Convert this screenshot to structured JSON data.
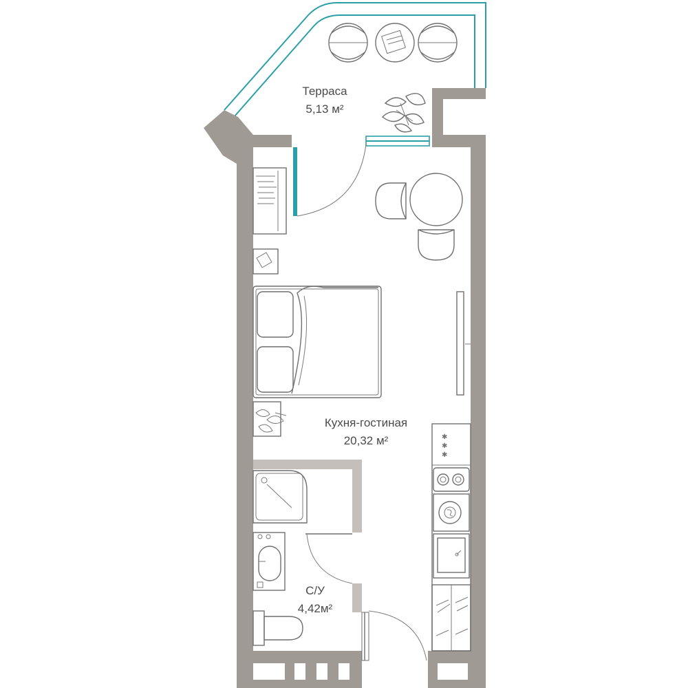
{
  "rooms": [
    {
      "id": "terrace",
      "name": "Терраса",
      "area": "5,13 м²"
    },
    {
      "id": "living",
      "name": "Кухня-гостиная",
      "area": "20,32 м²"
    },
    {
      "id": "bathroom",
      "name": "С/У",
      "area": "4,42м²"
    }
  ],
  "colors": {
    "wall": "#a09a95",
    "wall_light": "#c4bfba",
    "glass": "#2aa0a6",
    "line": "#6f6f6f"
  },
  "icons": [
    "chair-icon",
    "table-icon",
    "plant-icon",
    "bed-icon",
    "shower-icon",
    "sink-icon",
    "toilet-icon",
    "stove-icon",
    "washing-machine-icon",
    "wardrobe-icon"
  ]
}
